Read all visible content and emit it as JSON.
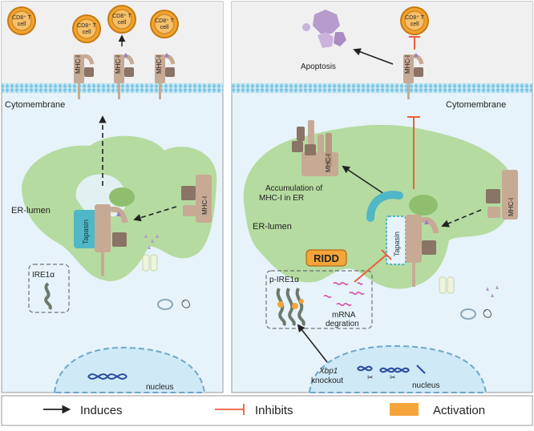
{
  "left_panel": {
    "tcells": [
      "CD8⁺ T\ncell",
      "CD8⁺ T\ncell",
      "CD8⁺ T\ncell",
      "CD8⁺ T\ncell"
    ],
    "membrane_label": "Cytomembrane",
    "er_label": "ER-lumen",
    "tapasin_label": "Tapasin",
    "mhc_label": "MHC-I",
    "ire_label": "IRE1α",
    "nucleus_label": "nucleus"
  },
  "right_panel": {
    "tcell": "CD8⁺ T\ncell",
    "apoptosis_label": "Apoptosis",
    "membrane_label": "Cytomembrane",
    "accumulation_label_1": "Accumulation of",
    "accumulation_label_2": "MHC-I in ER",
    "er_label": "ER-lumen",
    "ridd_label": "RIDD",
    "pire_label": "p-IRE1α",
    "mrna_label_1": "mRNA",
    "mrna_label_2": "degration",
    "tapasin_label": "Tapasin",
    "mhc_label": "MHC-I",
    "xbp1_label": "Xbp1",
    "knockout_label": "knockout",
    "nucleus_label": "nucleus"
  },
  "legend": {
    "induces": "Induces",
    "inhibits": "Inhibits",
    "activation": "Activation"
  },
  "colors": {
    "panel_bg": "#e6f3fa",
    "extracellular_bg": "#f2f2f2",
    "membrane": "#aadbef",
    "er": "#b5dba0",
    "mhc_light": "#c7aa94",
    "mhc_dark": "#8a7466",
    "tapasin": "#4fb7c6",
    "tcell": "#f1a330",
    "ridd_fill": "#f4a53a",
    "inhibit": "#ea5f3c",
    "apoptosis": "#b69ccc",
    "mrna": "#d65aa9",
    "dna": "#2c4a9e"
  }
}
